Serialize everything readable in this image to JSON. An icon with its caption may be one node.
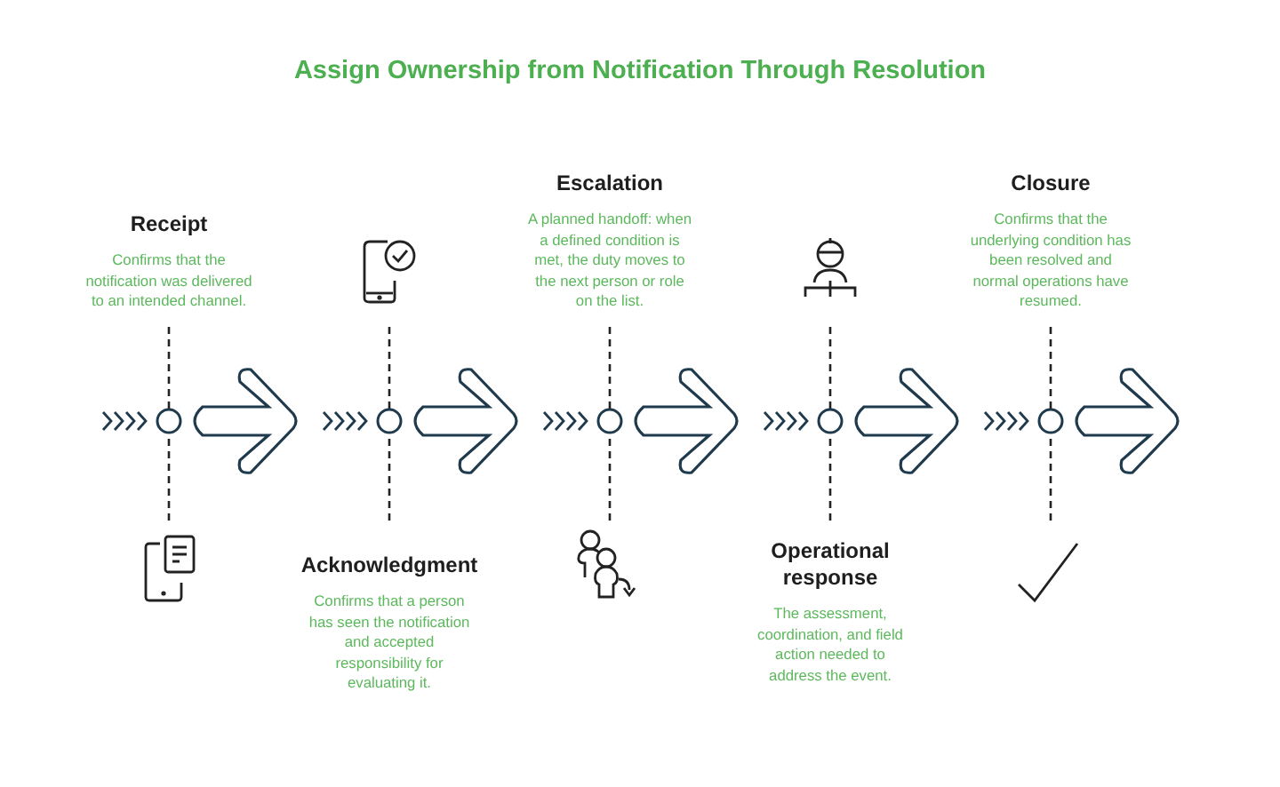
{
  "diagram": {
    "title": "Assign Ownership from Notification Through Resolution",
    "nodes": [
      {
        "text": [
          "Receipt",
          "Confirms that the notification was delivered to an intended channel."
        ]
      },
      {
        "text": [
          "Acknowledgment",
          "Confirms that a person has seen the notification and accepted responsibility for evaluating it."
        ]
      },
      {
        "text": [
          "Escalation",
          "A planned handoff: when a defined condition is met, the duty moves to the next person or role on the list."
        ]
      },
      {
        "text": [
          "Operational response",
          "The assessment, coordination, and field action needed to address the event."
        ]
      },
      {
        "text": [
          "Closure",
          "Confirms that the underlying condition has been resolved and normal operations have resumed."
        ]
      }
    ]
  }
}
